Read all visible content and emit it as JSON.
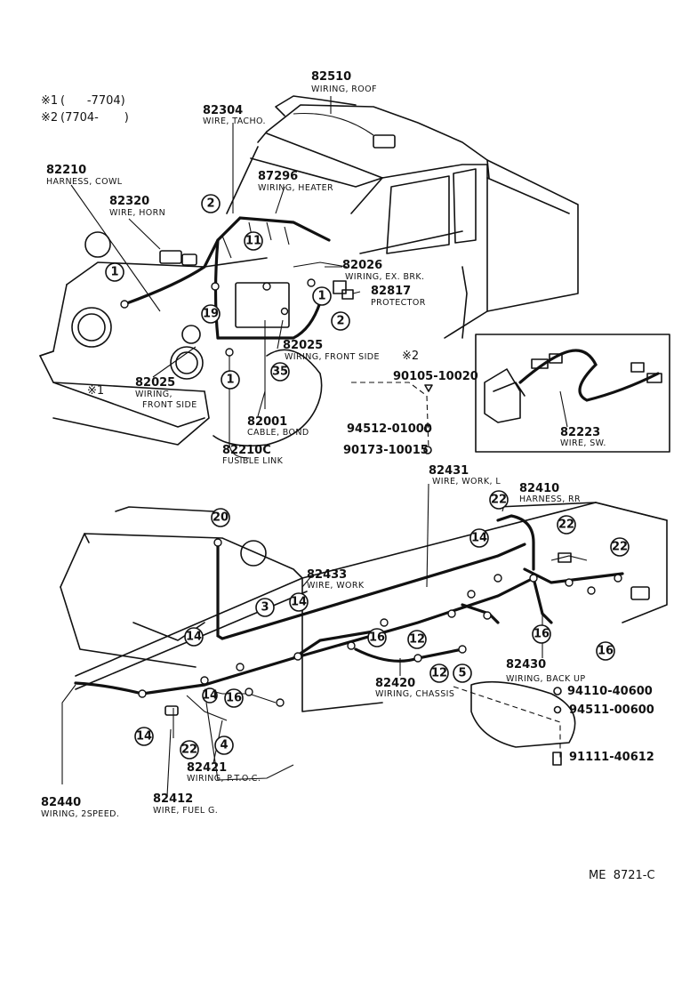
{
  "notes": [
    {
      "mark": "※1",
      "range": "(      -7704)"
    },
    {
      "mark": "※2",
      "range": "(7704-       )"
    }
  ],
  "parts": [
    {
      "id": "p82510",
      "number": "82510",
      "desc": "WIRING, ROOF"
    },
    {
      "id": "p82304",
      "number": "82304",
      "desc": "WIRE, TACHO."
    },
    {
      "id": "p82210",
      "number": "82210",
      "desc": "HARNESS, COWL"
    },
    {
      "id": "p87296",
      "number": "87296",
      "desc": "WIRING, HEATER"
    },
    {
      "id": "p82320",
      "number": "82320",
      "desc": "WIRE, HORN"
    },
    {
      "id": "p82026",
      "number": "82026",
      "desc": "WIRING, EX. BRK."
    },
    {
      "id": "p82817",
      "number": "82817",
      "desc": "PROTECTOR"
    },
    {
      "id": "p82025a",
      "number": "82025",
      "desc": "WIRING, FRONT SIDE"
    },
    {
      "id": "p82025b",
      "number": "82025",
      "desc": "WIRING,",
      "desc2": "FRONT SIDE"
    },
    {
      "id": "p82001",
      "number": "82001",
      "desc": "CABLE, BOND"
    },
    {
      "id": "p82210c",
      "number": "82210C",
      "desc": "FUSIBLE LINK"
    },
    {
      "id": "p82223",
      "number": "82223",
      "desc": "WIRE, SW."
    },
    {
      "id": "p82431",
      "number": "82431",
      "desc": "WIRE, WORK, L"
    },
    {
      "id": "p82410",
      "number": "82410",
      "desc": "HARNESS, RR"
    },
    {
      "id": "p82433",
      "number": "82433",
      "desc": "WIRE, WORK"
    },
    {
      "id": "p82420",
      "number": "82420",
      "desc": "WIRING, CHASSIS"
    },
    {
      "id": "p82430",
      "number": "82430",
      "desc": "WIRING, BACK UP"
    },
    {
      "id": "p82421",
      "number": "82421",
      "desc": "WIRING, P.T.O.C."
    },
    {
      "id": "p82440",
      "number": "82440",
      "desc": "WIRING, 2SPEED."
    },
    {
      "id": "p82412",
      "number": "82412",
      "desc": "WIRE, FUEL G."
    }
  ],
  "fasteners": [
    {
      "id": "f1",
      "number": "90105-10020"
    },
    {
      "id": "f2",
      "number": "94512-01000"
    },
    {
      "id": "f3",
      "number": "90173-10015"
    },
    {
      "id": "f4",
      "number": "94110-40600"
    },
    {
      "id": "f5",
      "number": "94511-00600"
    },
    {
      "id": "f6",
      "number": "91111-40612"
    }
  ],
  "zone_marks": {
    "star1": "※1",
    "star2": "※2"
  },
  "callouts": [
    "1",
    "1",
    "1",
    "2",
    "2",
    "11",
    "19",
    "35",
    "20",
    "14",
    "22",
    "22",
    "22",
    "14",
    "14",
    "14",
    "14",
    "3",
    "16",
    "16",
    "16",
    "16",
    "12",
    "12",
    "5",
    "4",
    "22"
  ],
  "code": "ME  8721-C"
}
